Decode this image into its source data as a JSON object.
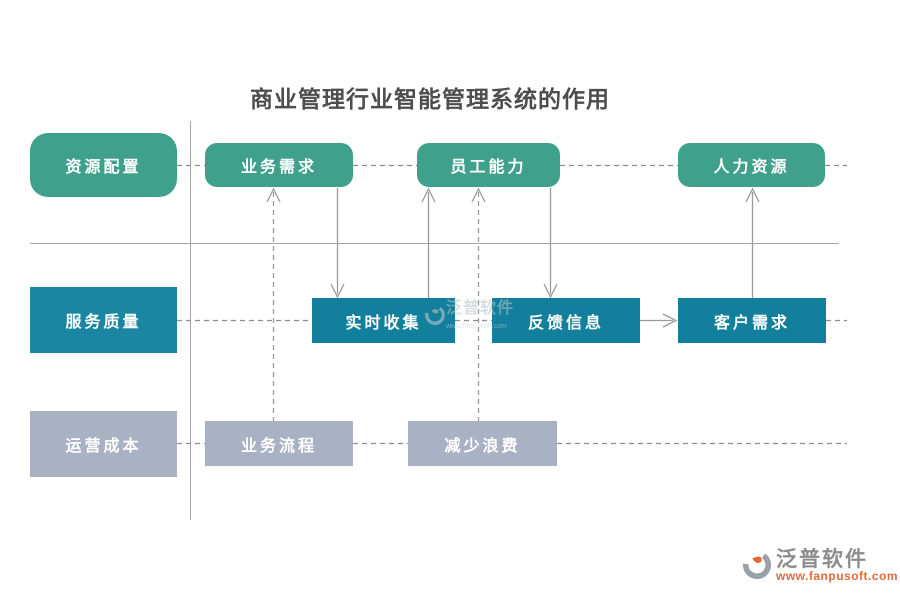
{
  "title": "商业管理行业智能管理系统的作用",
  "nodes": {
    "resource_allocation": "资源配置",
    "service_quality": "服务质量",
    "operating_cost": "运营成本",
    "business_demand": "业务需求",
    "employee_ability": "员工能力",
    "human_resources": "人力资源",
    "realtime_collection": "实时收集",
    "feedback_info": "反馈信息",
    "customer_demand": "客户需求",
    "business_process": "业务流程",
    "reduce_waste": "减少浪费"
  },
  "edges": [
    {
      "from": "业务流程",
      "to": "业务需求",
      "style": "dashed",
      "direction": "up"
    },
    {
      "from": "业务需求",
      "to": "实时收集",
      "style": "solid",
      "direction": "down"
    },
    {
      "from": "实时收集",
      "to": "员工能力",
      "style": "solid",
      "direction": "up"
    },
    {
      "from": "减少浪费",
      "to": "员工能力",
      "style": "dashed",
      "direction": "up"
    },
    {
      "from": "员工能力",
      "to": "反馈信息",
      "style": "solid",
      "direction": "down"
    },
    {
      "from": "反馈信息",
      "to": "客户需求",
      "style": "solid",
      "direction": "right"
    },
    {
      "from": "客户需求",
      "to": "人力资源",
      "style": "solid",
      "direction": "up"
    }
  ],
  "colors": {
    "green_node": "#3fa18c",
    "teal_node": "#12809d",
    "teal_left_node": "#1a86a2",
    "gray_node": "#a9b2c4",
    "axis_line": "#a6a6a6",
    "dashed_line": "#8c8c8c",
    "title_text": "#4d4d4d",
    "watermark_url": "#e06a3a"
  },
  "watermark": {
    "brand": "泛普软件",
    "url": "www.fanpusoft.com"
  }
}
